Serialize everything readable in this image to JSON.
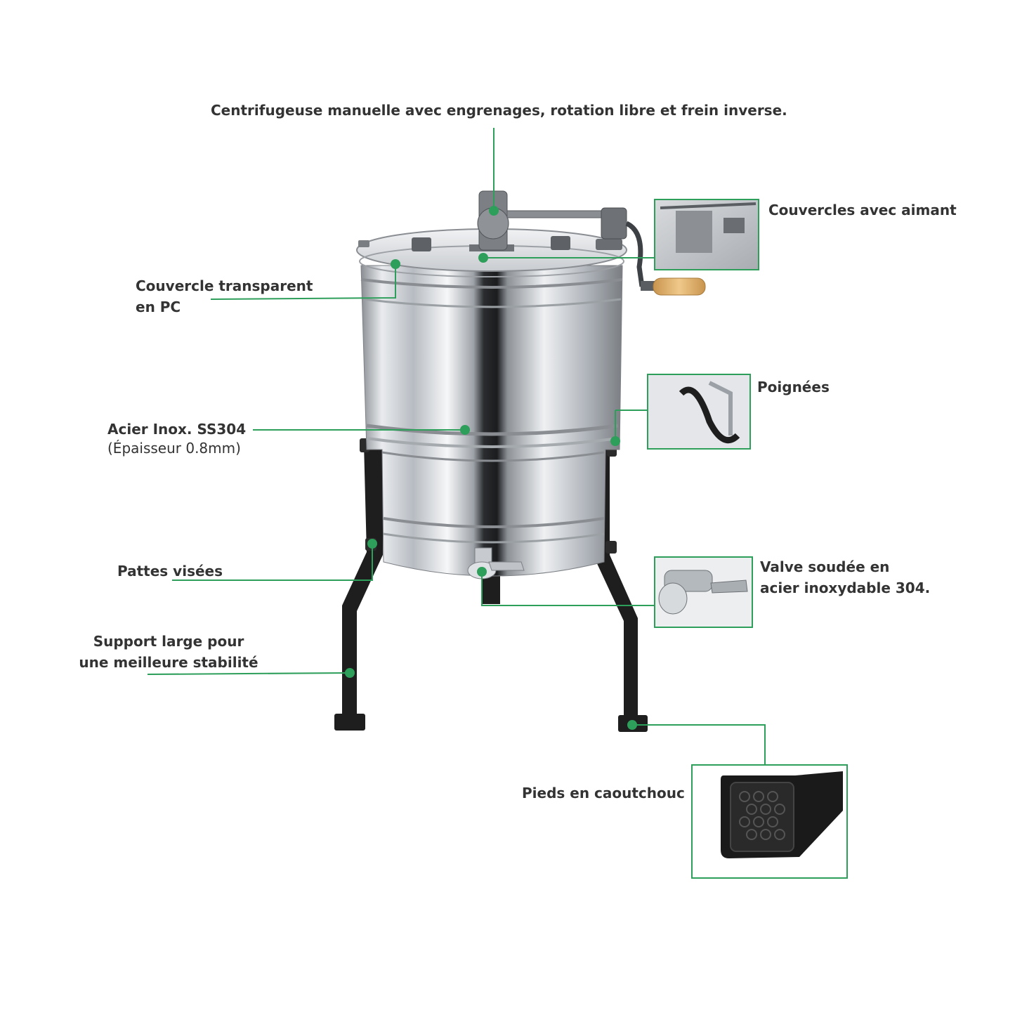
{
  "labels": {
    "title": "Centrifugeuse manuelle avec engrenages, rotation libre et frein inverse.",
    "magnet_lids": "Couvercles avec aimant",
    "transparent_lid_line1": "Couvercle transparent",
    "transparent_lid_line2": "en PC",
    "handles": "Poignées",
    "steel_line1": "Acier Inox. SS304",
    "steel_line2": "(Épaisseur 0.8mm)",
    "legs": "Pattes visées",
    "valve_line1": "Valve soudée en",
    "valve_line2": "acier inoxydable 304.",
    "support_line1": "Support large pour",
    "support_line2": "une meilleure stabilité",
    "feet": "Pieds en caoutchouc"
  },
  "colors": {
    "accent": "#2e9e5b",
    "text": "#333333",
    "stand": "#1e1e1e",
    "handle_wood": "#e2b672"
  }
}
